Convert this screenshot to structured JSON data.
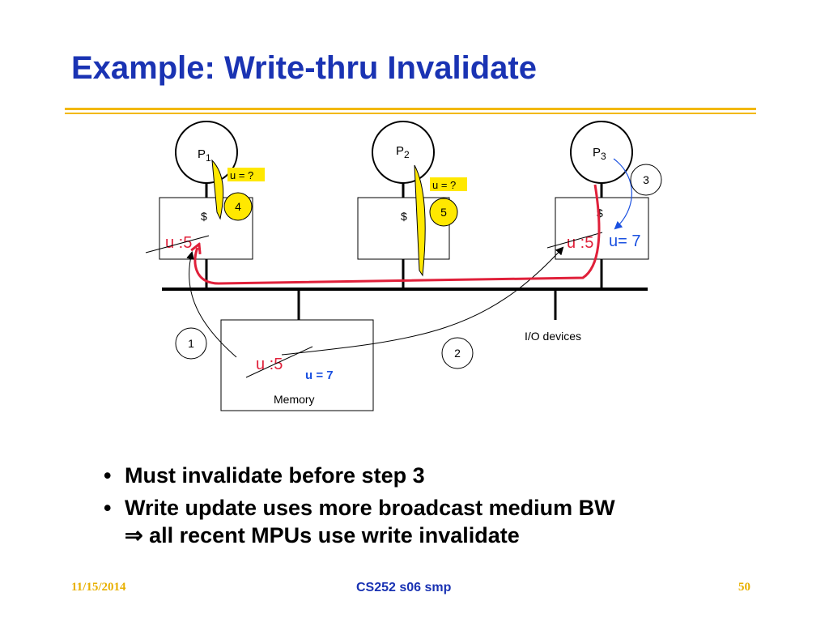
{
  "slide": {
    "title": "Example: Write-thru Invalidate"
  },
  "diagram": {
    "processors": [
      {
        "letter": "P",
        "sub": "1"
      },
      {
        "letter": "P",
        "sub": "2"
      },
      {
        "letter": "P",
        "sub": "3"
      }
    ],
    "cache_symbol": "$",
    "caches": [
      {
        "stale": "u :5",
        "query": "u = ?",
        "step": "4"
      },
      {
        "query": "u = ?",
        "step": "5"
      },
      {
        "stale": "u :5",
        "new_value": "u= 7",
        "step": "3"
      }
    ],
    "memory": {
      "label": "Memory",
      "stale": "u :5",
      "new_value": "u = 7"
    },
    "io_label": "I/O devices",
    "steps": {
      "one": "1",
      "two": "2"
    }
  },
  "bullets": [
    {
      "lines": [
        "Must invalidate before step 3"
      ]
    },
    {
      "lines": [
        "Write update uses more broadcast medium BW",
        "⇒ all recent MPUs use write invalidate"
      ]
    }
  ],
  "footer": {
    "date": "11/15/2014",
    "course": "CS252 s06 smp",
    "page": "50"
  },
  "colors": {
    "title_blue": "#1a33b3",
    "rule_gold": "#f2b800",
    "step_yellow": "#ffe800",
    "invalidate_red": "#e0203a",
    "update_blue": "#1a50e0"
  }
}
